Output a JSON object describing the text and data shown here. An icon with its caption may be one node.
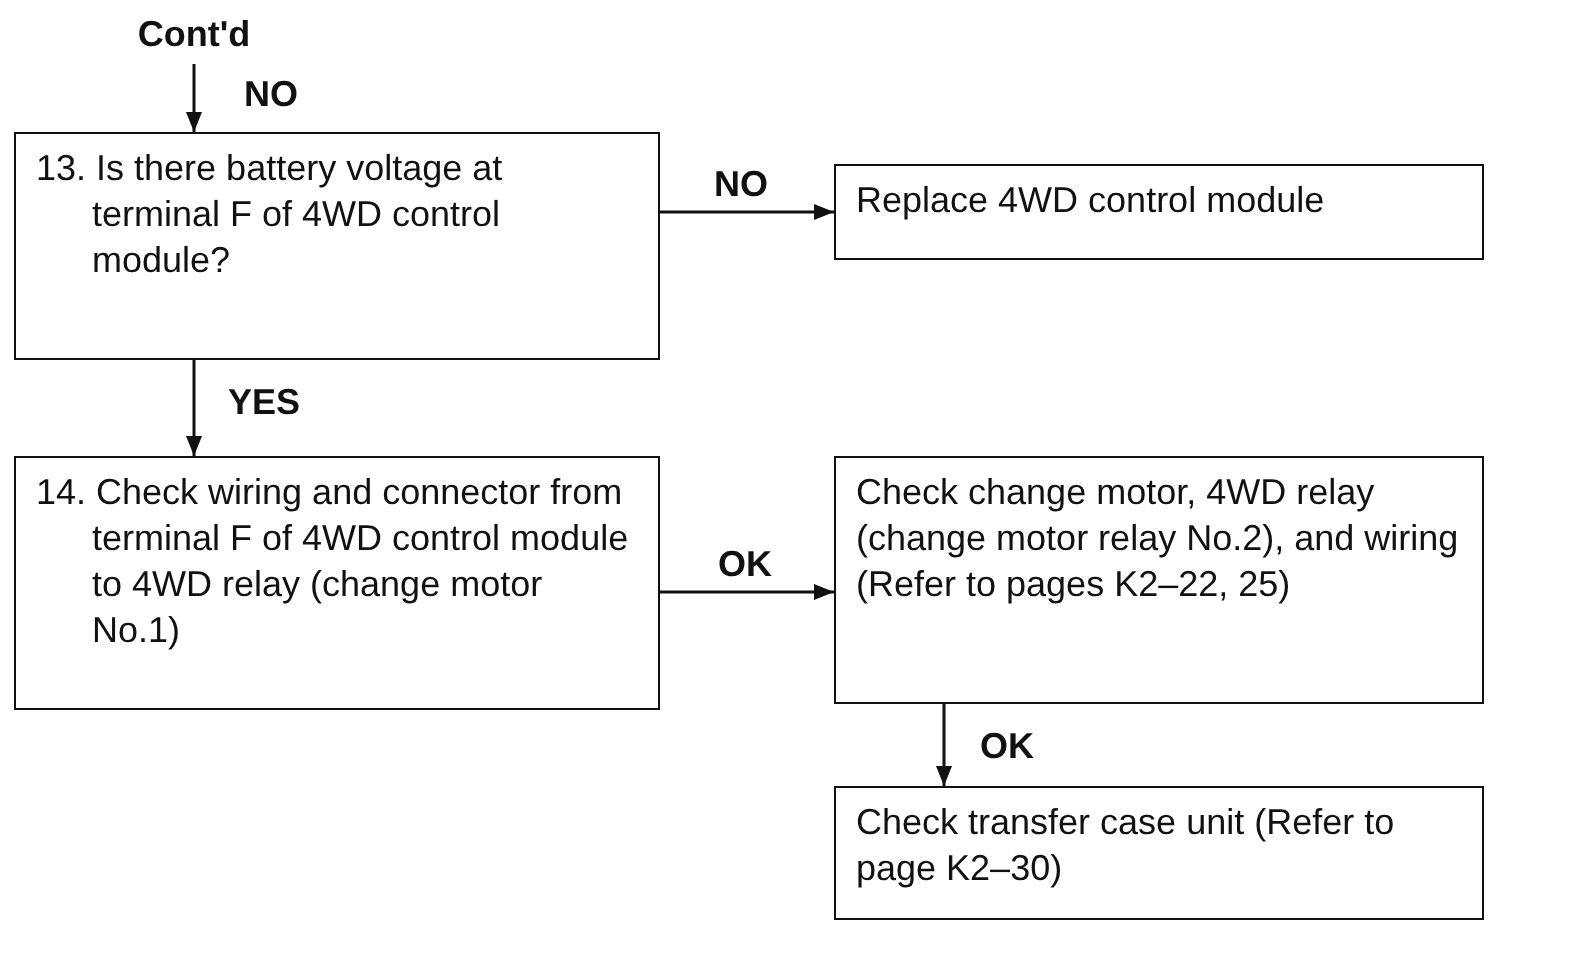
{
  "diagram": {
    "nodes": [
      {
        "text": [
          "Cont'd"
        ]
      },
      {
        "text": [
          "13. Is there battery voltage at terminal F of 4WD control module?"
        ]
      },
      {
        "text": [
          "Replace 4WD control module"
        ]
      },
      {
        "text": [
          "14. Check wiring and connector from terminal F of 4WD control module to 4WD relay (change motor No.1)"
        ]
      },
      {
        "text": [
          "Check change motor, 4WD relay (change motor relay No.2), and wiring (Refer to pages K2–22, 25)"
        ]
      },
      {
        "text": [
          "Check transfer case unit (Refer to page K2–30)"
        ]
      }
    ],
    "edges": [
      {
        "from": 0,
        "to": 1,
        "arrow": "to",
        "label": "NO"
      },
      {
        "from": 1,
        "to": 2,
        "arrow": "to",
        "label": "NO"
      },
      {
        "from": 1,
        "to": 3,
        "arrow": "to",
        "label": "YES"
      },
      {
        "from": 3,
        "to": 4,
        "arrow": "to",
        "label": "OK"
      },
      {
        "from": 4,
        "to": 5,
        "arrow": "to",
        "label": "OK"
      }
    ]
  }
}
